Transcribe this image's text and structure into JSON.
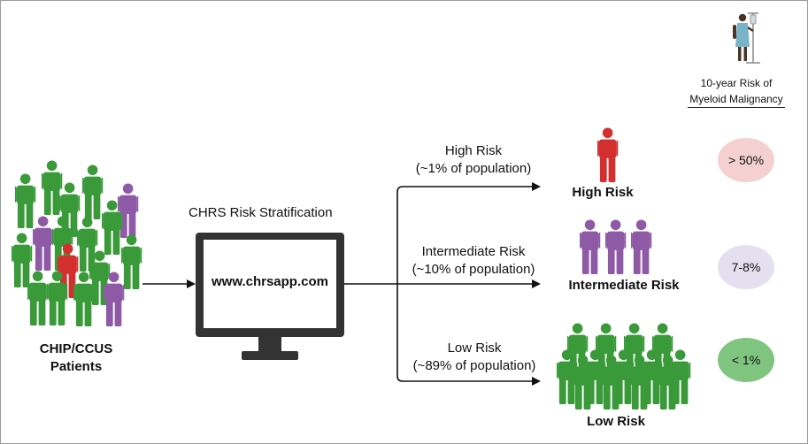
{
  "header": {
    "line1": "10-year Risk of",
    "line2": "Myeloid Malignancy"
  },
  "patients": {
    "label_line1": "CHIP/CCUS",
    "label_line2": "Patients"
  },
  "stratification": {
    "title": "CHRS Risk Stratification",
    "website": "www.chrsapp.com"
  },
  "branches": [
    {
      "label": "High Risk",
      "sub": "(~1% of population)",
      "group_label": "High Risk",
      "risk": "> 50%",
      "color": "#d32f2f",
      "oval_color": "#f4d0d0",
      "count": 1
    },
    {
      "label": "Intermediate Risk",
      "sub": "(~10% of population)",
      "group_label": "Intermediate Risk",
      "risk": "7-8%",
      "color": "#8e5aa6",
      "oval_color": "#e5e0ef",
      "count": 3
    },
    {
      "label": "Low Risk",
      "sub": "(~89% of population)",
      "group_label": "Low Risk",
      "risk": "< 1%",
      "color": "#3a9a3a",
      "oval_color": "#7fc47f",
      "count": 13
    }
  ],
  "colors": {
    "green": "#3a9a3a",
    "purple": "#8e5aa6",
    "red": "#d32f2f",
    "monitor": "#333333"
  },
  "icons": [
    "person-icon",
    "monitor-icon",
    "patient-iv-icon",
    "arrow-icon"
  ]
}
